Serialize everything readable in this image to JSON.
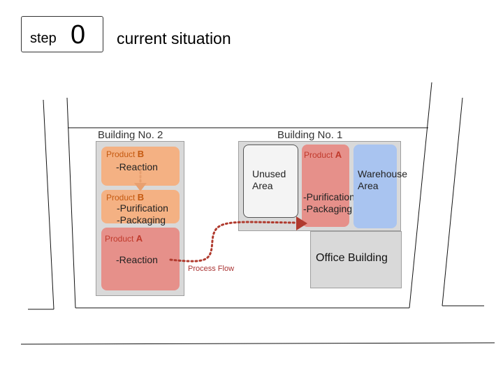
{
  "header": {
    "step_word": "step",
    "step_number": "0",
    "title": "current situation"
  },
  "building2": {
    "label": "Building No. 2",
    "zones": [
      {
        "product_prefix": "Product",
        "product_letter": "B",
        "process_lines": [
          "-Reaction"
        ],
        "color": "#f4b183"
      },
      {
        "product_prefix": "Product",
        "product_letter": "B",
        "process_lines": [
          "-Purification",
          "-Packaging"
        ],
        "color": "#f4b183"
      },
      {
        "product_prefix": "Product",
        "product_letter": "A",
        "process_lines": [
          "-Reaction"
        ],
        "color": "#e6908a"
      }
    ]
  },
  "building1": {
    "label": "Building No. 1",
    "zones": [
      {
        "lines": [
          "Unused",
          "Area"
        ],
        "color": "#f4f4f4"
      },
      {
        "product_prefix": "Product",
        "product_letter": "A",
        "process_lines": [
          "-Purification",
          "-Packaging"
        ],
        "color": "#e6908a"
      },
      {
        "lines": [
          "Warehouse",
          "Area"
        ],
        "color": "#a9c4f0"
      }
    ]
  },
  "office": {
    "label": "Office Building"
  },
  "flow": {
    "label": "Process Flow",
    "color": "#b03a2e"
  }
}
